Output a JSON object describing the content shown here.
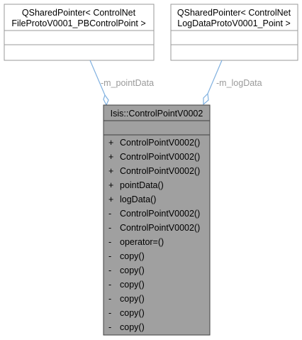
{
  "colors": {
    "main_fill": "#a0a0a0",
    "main_stroke": "#404040",
    "dep_fill": "#ffffff",
    "dep_stroke": "#9a9a9a",
    "edge": "#7fb0e0",
    "edge_label": "#9a9a9a"
  },
  "classes": {
    "left": {
      "name_line1": "QSharedPointer< ControlNet",
      "name_line2": "FileProtoV0001_PBControlPoint >"
    },
    "right": {
      "name_line1": "QSharedPointer< ControlNet",
      "name_line2": "LogDataProtoV0001_Point >"
    },
    "main": {
      "name": "Isis::ControlPointV0002",
      "methods": [
        {
          "vis": "+",
          "name": "ControlPointV0002()"
        },
        {
          "vis": "+",
          "name": "ControlPointV0002()"
        },
        {
          "vis": "+",
          "name": "ControlPointV0002()"
        },
        {
          "vis": "+",
          "name": "pointData()"
        },
        {
          "vis": "+",
          "name": "logData()"
        },
        {
          "vis": "-",
          "name": "ControlPointV0002()"
        },
        {
          "vis": "-",
          "name": "ControlPointV0002()"
        },
        {
          "vis": "-",
          "name": "operator=()"
        },
        {
          "vis": "-",
          "name": "copy()"
        },
        {
          "vis": "-",
          "name": "copy()"
        },
        {
          "vis": "-",
          "name": "copy()"
        },
        {
          "vis": "-",
          "name": "copy()"
        },
        {
          "vis": "-",
          "name": "copy()"
        },
        {
          "vis": "-",
          "name": "copy()"
        }
      ]
    }
  },
  "edges": {
    "left_label": "-m_pointData",
    "right_label": "-m_logData"
  }
}
